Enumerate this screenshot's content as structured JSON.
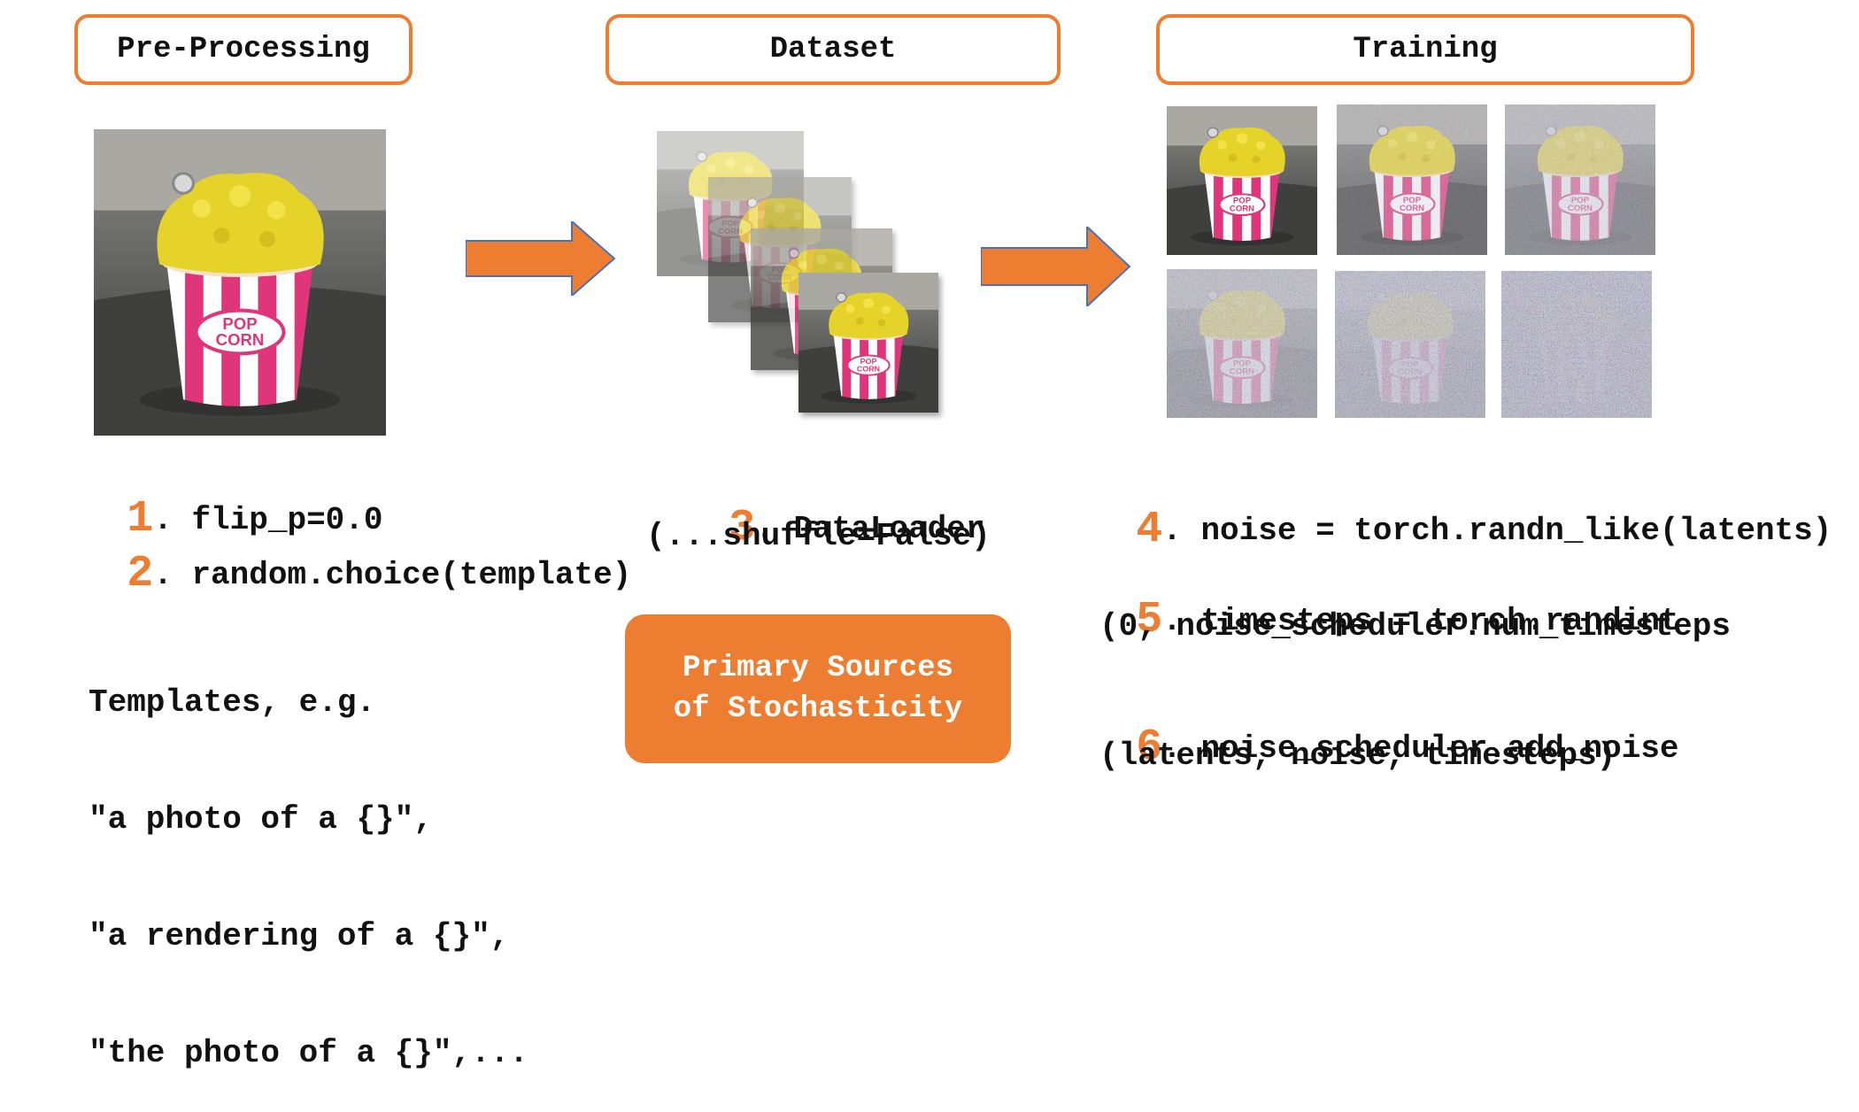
{
  "colors": {
    "accent": "#ED7D31",
    "text": "#111111"
  },
  "stages": [
    {
      "label": "Pre-Processing"
    },
    {
      "label": "Dataset"
    },
    {
      "label": "Training"
    }
  ],
  "steps": {
    "s1": {
      "num": "1",
      "text": ". flip_p=0.0"
    },
    "s2": {
      "num": "2",
      "text": ". random.choice(template)"
    },
    "s3": {
      "num": "3",
      "text": ". DataLoader",
      "line2": "(...shuffle=False)"
    },
    "s4": {
      "num": "4",
      "text": ". noise = torch.randn_like(latents)"
    },
    "s5": {
      "num": "5",
      "text": ". timesteps = torch.randint",
      "line2": "(0, noise_scheduler.num_timesteps"
    },
    "s6": {
      "num": "6",
      "text": ". noise_scheduler.add_noise",
      "line2": "(latents, noise, timesteps)"
    }
  },
  "templates": {
    "heading": "Templates, e.g.",
    "lines": [
      "\"a photo of a {}\",",
      "\"a rendering of a {}\",",
      "\"the photo of a {}\",..."
    ]
  },
  "callout": {
    "line1": "Primary Sources",
    "line2": "of Stochasticity"
  },
  "noise_levels": [
    0.0,
    0.25,
    0.45,
    0.62,
    0.8,
    0.95
  ]
}
